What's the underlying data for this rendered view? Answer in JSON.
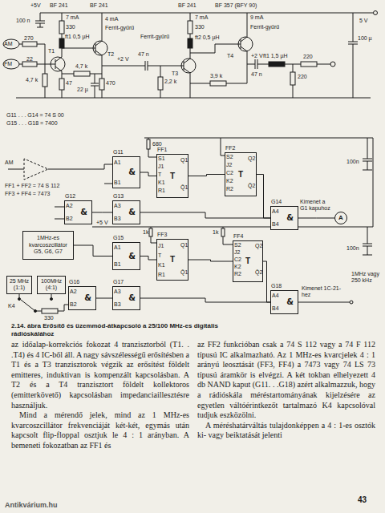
{
  "diagram": {
    "caption": "2.14. ábra Erősítő és üzemmód-átkapcsoló a 25/100 MHz-es digitális rádióskálához",
    "nodes": [
      {
        "text": [
          "G11",
          "&"
        ]
      },
      {
        "text": [
          "FF1",
          "T"
        ]
      },
      {
        "text": [
          "FF2",
          "T"
        ]
      },
      {
        "text": [
          "G12",
          "&"
        ]
      },
      {
        "text": [
          "G13",
          "&"
        ]
      },
      {
        "text": [
          "G14",
          "&"
        ]
      },
      {
        "text": [
          "A"
        ]
      },
      {
        "text": [
          "1MHz-es kvarcoszcillátor",
          "G5, G6, G7"
        ]
      },
      {
        "text": [
          "G15",
          "&"
        ]
      },
      {
        "text": [
          "FF3",
          "T"
        ]
      },
      {
        "text": [
          "FF4",
          "T"
        ]
      },
      {
        "text": [
          "25 MHz (1:1)"
        ]
      },
      {
        "text": [
          "100MHz (4:1)"
        ]
      },
      {
        "text": [
          "G16",
          "&"
        ]
      },
      {
        "text": [
          "G17",
          "&"
        ]
      },
      {
        "text": [
          "G18",
          "&"
        ]
      }
    ],
    "edges": [
      {
        "from": 0,
        "to": 1,
        "arrow": "none"
      },
      {
        "from": 1,
        "to": 2,
        "arrow": "none"
      },
      {
        "from": 2,
        "to": 5,
        "arrow": "none"
      },
      {
        "from": 3,
        "to": 4,
        "arrow": "none"
      },
      {
        "from": 4,
        "to": 5,
        "arrow": "none"
      },
      {
        "from": 5,
        "to": 6,
        "arrow": "none"
      },
      {
        "from": 7,
        "to": 8,
        "arrow": "none"
      },
      {
        "from": 8,
        "to": 9,
        "arrow": "none"
      },
      {
        "from": 9,
        "to": 10,
        "arrow": "none"
      },
      {
        "from": 10,
        "to": 15,
        "arrow": "none"
      },
      {
        "from": 13,
        "to": 14,
        "arrow": "none"
      },
      {
        "from": 14,
        "to": 15,
        "arrow": "none"
      }
    ],
    "labels": [
      "+5V",
      "BF 241",
      "BF 241",
      "BF 241",
      "BF 357 (BFY 90)",
      "100 n",
      "7 mA",
      "330",
      "ft1 0,5 µH",
      "4 mA",
      "Ferrit-gyűrű",
      "T2",
      "AM",
      "270",
      "FM",
      "22",
      "T1",
      "4,7 k",
      "47",
      "4,7 k",
      "22 µ",
      "470",
      "+2 V",
      "47 n",
      "2,2 k",
      "7 mA",
      "330",
      "ft2 0,5 µH",
      "Ferrit-gyűrű",
      "T3",
      "9 mA",
      "Ferrit-gyűrű",
      "T4",
      "3,9 k",
      "+2 V",
      "47 n",
      "ft1 1,5 µH",
      "220",
      "220",
      "100 µ",
      "5 V",
      "G11 . . . G14 = 74 S 00",
      "G15 . . . G18 = 7400",
      "AM",
      "FF1 + FF2 = 74 S 112",
      "FF3 + FF4 = 7473",
      "680",
      "A1",
      "B1",
      "S1",
      "J1",
      "T",
      "K1",
      "R1",
      "Q1",
      "Q̄1",
      "S2",
      "J2",
      "C2",
      "K2",
      "R2",
      "Q2",
      "Q̄2",
      "A2",
      "B2",
      "A3",
      "B3",
      "A4",
      "B4",
      "Kimenet a G1 kapuhoz",
      "100n",
      "+5 V",
      "1k",
      "1k",
      "A1",
      "B1",
      "J1",
      "T",
      "K1",
      "R1",
      "Q1",
      "Q̄1",
      "S2",
      "J2",
      "C2",
      "K2",
      "R2",
      "Q2",
      "Q̄2",
      "A2",
      "B2",
      "A3",
      "B3",
      "A4",
      "B4",
      "100n",
      "Kimenet 1C-21-hez",
      "1MHz vagy 250 kHz",
      "K4",
      "330",
      "az időalap-korrekciós fokozat 4 tranzisztorból (T1. . .T4) és 4 IC-ből áll. A nagy sávszélességű erősítésben a T1 és a T3 tranzisztorok végzik az erősítést földelt emitteres, induktivan is kompenzált kapcsolásban. A T2 és a T4 tranzisztort földelt kollektoros (emitterkövető) kapcsolásban impedanciaillesztésre használjuk.",
      "Mind a mérendő jelek, mind az 1 MHz-es kvarcoszcillátor frekvenciáját két-két, egymás után kapcsolt flip-floppal osztjuk le 4 : 1 arányban. A bemeneti fokozatban az FF1 és",
      "az FF2 funkcióban csak a 74 S 112 vagy a 74 F 112 típusú IC alkalmazható. Az 1 MHz-es kvarcjelek 4 : 1 arányú leosztását (FF3, FF4) a 7473 vagy 74 LS 73 típusú áramkör is elvégzi. A két tokban elhelyezett 4 db NAND kaput (G11. . .G18) azért alkalmazzuk, hogy a rádióskála méréstartományának kijelzésére az egyetlen váltóérintkezőt tartalmazó K4 kapcsolóval tudjuk eszközölni.",
      "A méréshatárváltás tulajdonképpen a 4 : 1-es osztók ki- vagy beiktatását jelenti",
      "43",
      "Antikvárium.hu"
    ]
  }
}
